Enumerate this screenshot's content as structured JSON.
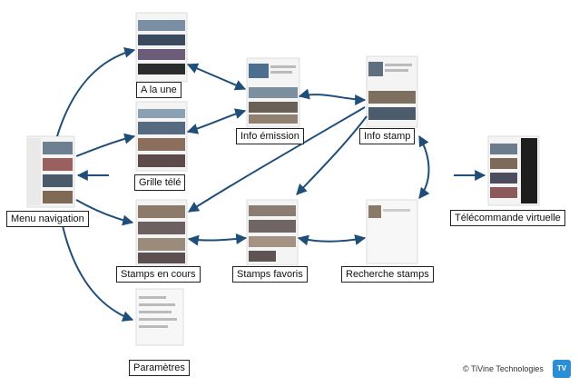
{
  "diagram": {
    "nodes": {
      "a_la_une": "A la une",
      "grille_tele": "Grille télé",
      "menu_navigation": "Menu navigation",
      "stamps_en_cours": "Stamps en cours",
      "parametres": "Paramètres",
      "info_emission": "Info émission",
      "stamps_favoris": "Stamps favoris",
      "info_stamp": "Info stamp",
      "recherche_stamps": "Recherche stamps",
      "telecommande_virtuelle": "Télécommande virtuelle"
    },
    "edges": [
      {
        "from": "Menu navigation",
        "to": "A la une"
      },
      {
        "from": "Menu navigation",
        "to": "Grille télé"
      },
      {
        "from": "Menu navigation",
        "to": "Stamps en cours"
      },
      {
        "from": "Menu navigation",
        "to": "Paramètres"
      },
      {
        "from": "A la une",
        "to": "Info émission",
        "bidirectional": true
      },
      {
        "from": "Grille télé",
        "to": "Info émission",
        "bidirectional": true
      },
      {
        "from": "Info émission",
        "to": "Info stamp",
        "bidirectional": true
      },
      {
        "from": "Info stamp",
        "to": "Stamps en cours"
      },
      {
        "from": "Info stamp",
        "to": "Stamps favoris"
      },
      {
        "from": "Info stamp",
        "to": "Recherche stamps",
        "bidirectional": true
      },
      {
        "from": "Stamps en cours",
        "to": "Stamps favoris",
        "bidirectional": true
      },
      {
        "from": "Stamps favoris",
        "to": "Recherche stamps",
        "bidirectional": true
      },
      {
        "to": "Menu navigation"
      },
      {
        "to": "Télécommande virtuelle"
      }
    ],
    "credit": "© TiVine Technologies",
    "arrow_color": "#1f4e79"
  }
}
